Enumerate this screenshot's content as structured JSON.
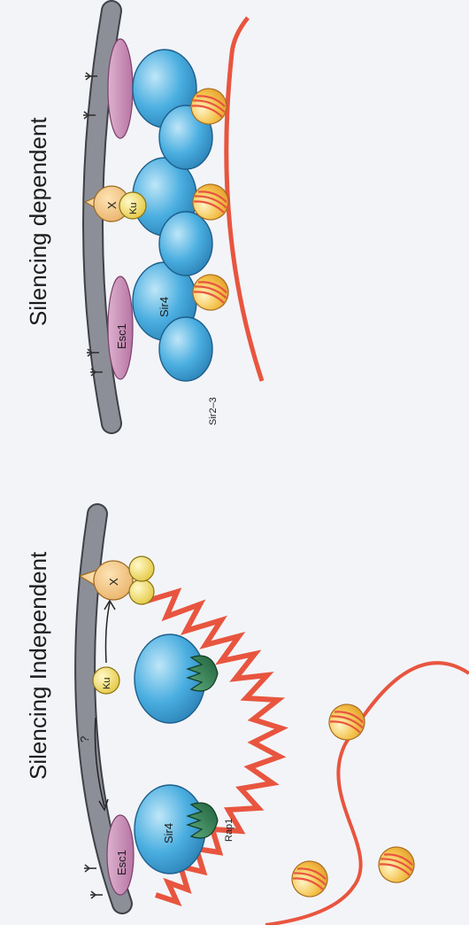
{
  "panels": {
    "independent": {
      "title": "Silencing Independent",
      "labels": {
        "esc1": "Esc1",
        "sir4": "Sir4",
        "rap1": "Rap1",
        "ku": "Ku",
        "x": "X",
        "question": "?"
      }
    },
    "dependent": {
      "title": "Silencing dependent",
      "labels": {
        "esc1": "Esc1",
        "sir4": "Sir4",
        "sir23": "Sir2–3",
        "ku": "Ku",
        "x": "X"
      }
    }
  },
  "colors": {
    "background": "#f3f4f8",
    "nuclear_envelope": "#8c8f98",
    "dna": "#e8553f",
    "sir4": "#4aaee0",
    "esc1": "#c98ab5",
    "ku": "#e8d24a",
    "x_protein": "#f0c27a",
    "rap1": "#2e7a4f",
    "nucleosome": "#f3c24a"
  },
  "icons": [
    "membrane-arc",
    "anchor-mark",
    "nucleosome-icon",
    "rap1-icon",
    "ku-icon",
    "x-protein-icon"
  ]
}
